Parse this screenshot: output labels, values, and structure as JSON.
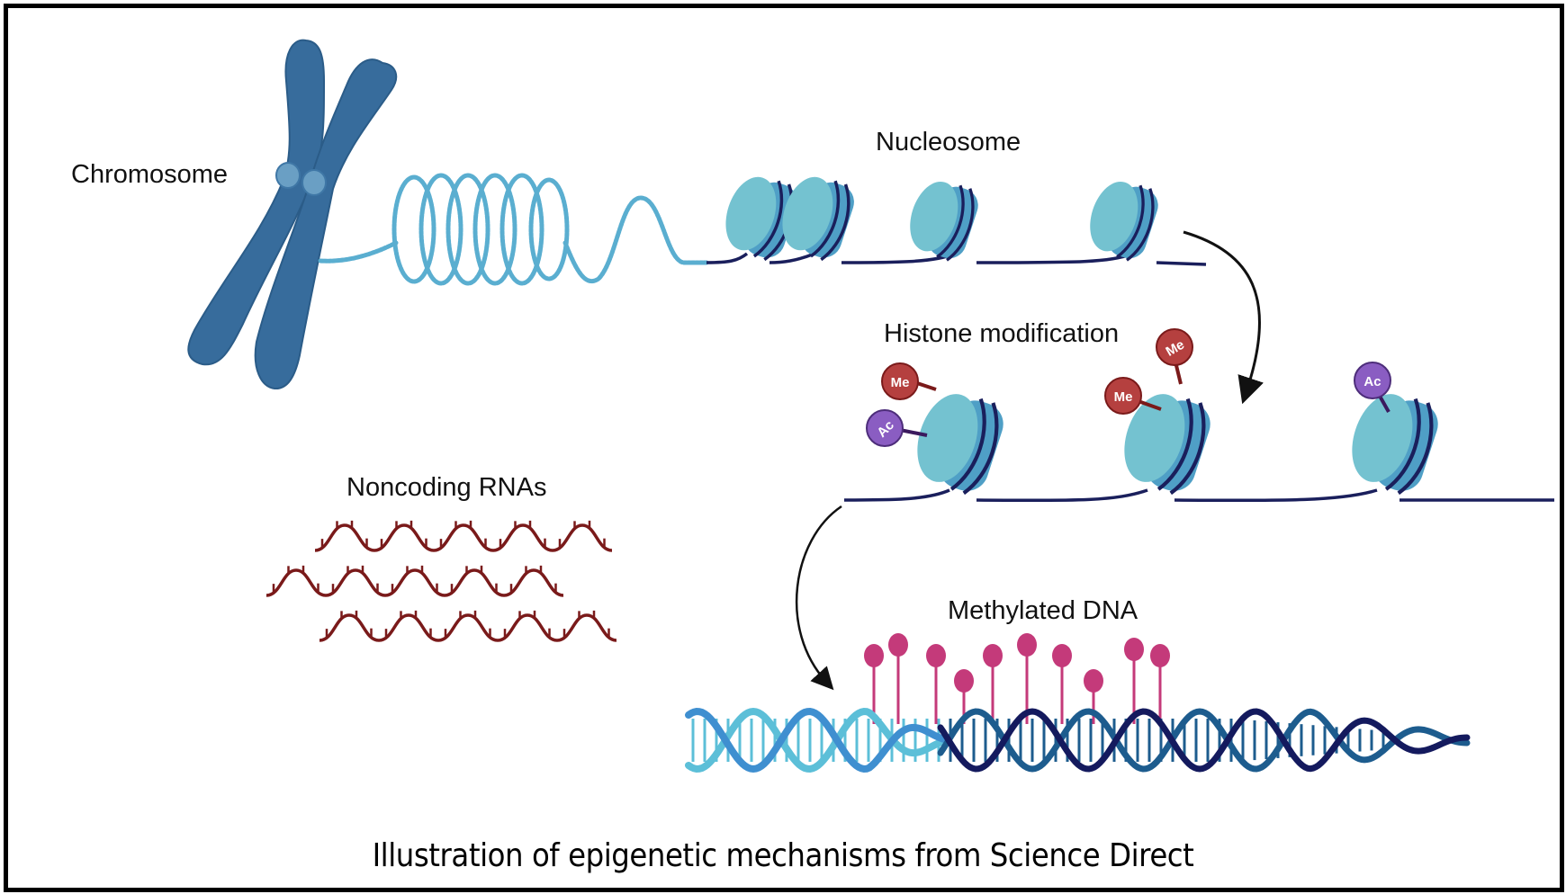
{
  "figure": {
    "caption": "Illustration of epigenetic mechanisms from Science Direct",
    "labels": {
      "chromosome": "Chromosome",
      "nucleosome": "Nucleosome",
      "histone_modification": "Histone modification",
      "noncoding_rnas": "Noncoding RNAs",
      "methylated_dna": "Methylated DNA"
    },
    "histone_marks": {
      "methyl": "Me",
      "acetyl": "Ac"
    },
    "colors": {
      "chromosome": "#376c9c",
      "chromatin_fiber": "#5aaed0",
      "histone_face": "#74c2d0",
      "histone_side": "#4f9fc6",
      "dna_wrap": "#1a1f5c",
      "methyl_mark": "#b5403f",
      "acetyl_mark": "#8a5dc2",
      "rna": "#7a1a1a",
      "methyl_pin": "#c43a7a",
      "dna_light": "#5cbfd8",
      "dna_mid": "#3f8fd0",
      "dna_dark": "#141a5e",
      "dna_teal": "#1d5c8e",
      "border": "#000000"
    }
  }
}
